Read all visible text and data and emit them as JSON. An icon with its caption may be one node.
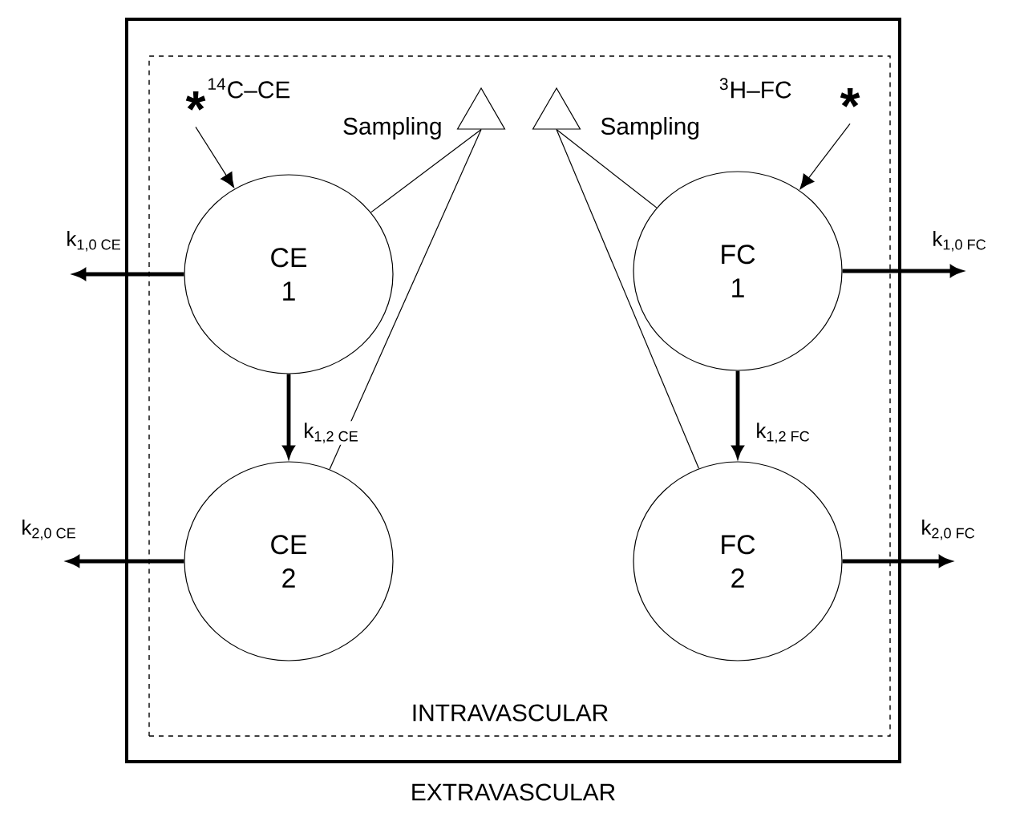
{
  "diagram": {
    "nodes": [
      {
        "text": [
          "EXTRAVASCULAR"
        ]
      },
      {
        "text": [
          "INTRAVASCULAR"
        ],
        "in": 0
      },
      {
        "text": [
          "CE 1"
        ],
        "in": 1
      },
      {
        "text": [
          "CE 2"
        ],
        "in": 1
      },
      {
        "text": [
          "FC 1"
        ],
        "in": 1
      },
      {
        "text": [
          "FC 2"
        ],
        "in": 1
      },
      {
        "text": [],
        "shape": "triangle",
        "beside": [
          "Sampling"
        ],
        "in": 1
      },
      {
        "text": [],
        "shape": "triangle",
        "beside": [
          "Sampling"
        ],
        "in": 1
      },
      {
        "text": [
          "*"
        ],
        "beside": [
          "$^{14}$C–CE"
        ],
        "in": 1
      },
      {
        "text": [
          "*"
        ],
        "beside": [
          "$^{3}$H–FC"
        ],
        "in": 1
      }
    ],
    "edges": [
      {
        "from": 8,
        "to": 2,
        "arrow": "to"
      },
      {
        "from": 9,
        "to": 4,
        "arrow": "to"
      },
      {
        "from": 2,
        "to": 3,
        "arrow": "to",
        "label": "k$_{1,2 CE}$",
        "style": "thick"
      },
      {
        "from": 4,
        "to": 5,
        "arrow": "to",
        "label": "k$_{1,2 FC}$",
        "style": "thick"
      },
      {
        "from": 2,
        "to": null,
        "arrow": "to",
        "label": "k$_{1,0 CE}$",
        "style": "thick"
      },
      {
        "from": 3,
        "to": null,
        "arrow": "to",
        "label": "k$_{2,0 CE}$",
        "style": "thick"
      },
      {
        "from": 4,
        "to": null,
        "arrow": "to",
        "label": "k$_{1,0 FC}$",
        "style": "thick"
      },
      {
        "from": 5,
        "to": null,
        "arrow": "to",
        "label": "k$_{2,0 FC}$",
        "style": "thick"
      },
      {
        "from": 6,
        "to": 2,
        "arrow": "none"
      },
      {
        "from": 6,
        "to": 3,
        "arrow": "none"
      },
      {
        "from": 7,
        "to": 4,
        "arrow": "none"
      },
      {
        "from": 7,
        "to": 5,
        "arrow": "none"
      }
    ]
  }
}
